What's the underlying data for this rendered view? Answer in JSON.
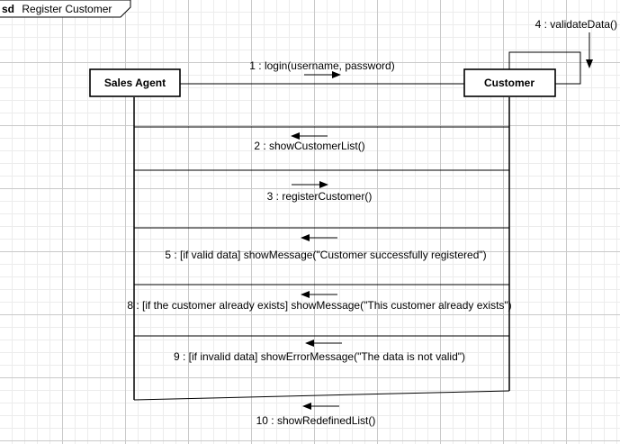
{
  "frame": {
    "keyword": "sd",
    "name": "Register Customer"
  },
  "lifelines": [
    {
      "label": "Sales Agent"
    },
    {
      "label": "Customer"
    }
  ],
  "messages": [
    {
      "label": "1 : login(username, password)",
      "direction": "right"
    },
    {
      "label": "2 : showCustomerList()",
      "direction": "left"
    },
    {
      "label": "3 : registerCustomer()",
      "direction": "right"
    },
    {
      "label": "4 : validateData()",
      "direction": "self"
    },
    {
      "label": "5 : [if valid data] showMessage(\"Customer successfully registered\")",
      "direction": "left"
    },
    {
      "label": "8 : [if the customer already exists]  showMessage(\"This customer already exists\")",
      "direction": "left"
    },
    {
      "label": "9 : [if invalid data] showErrorMessage(\"The data is not valid\")",
      "direction": "left"
    },
    {
      "label": "10 : showRedefinedList()",
      "direction": "left"
    }
  ],
  "colors": {
    "line": "#000000",
    "grid_major": "#c9c9c9",
    "grid_minor": "#ececec"
  }
}
